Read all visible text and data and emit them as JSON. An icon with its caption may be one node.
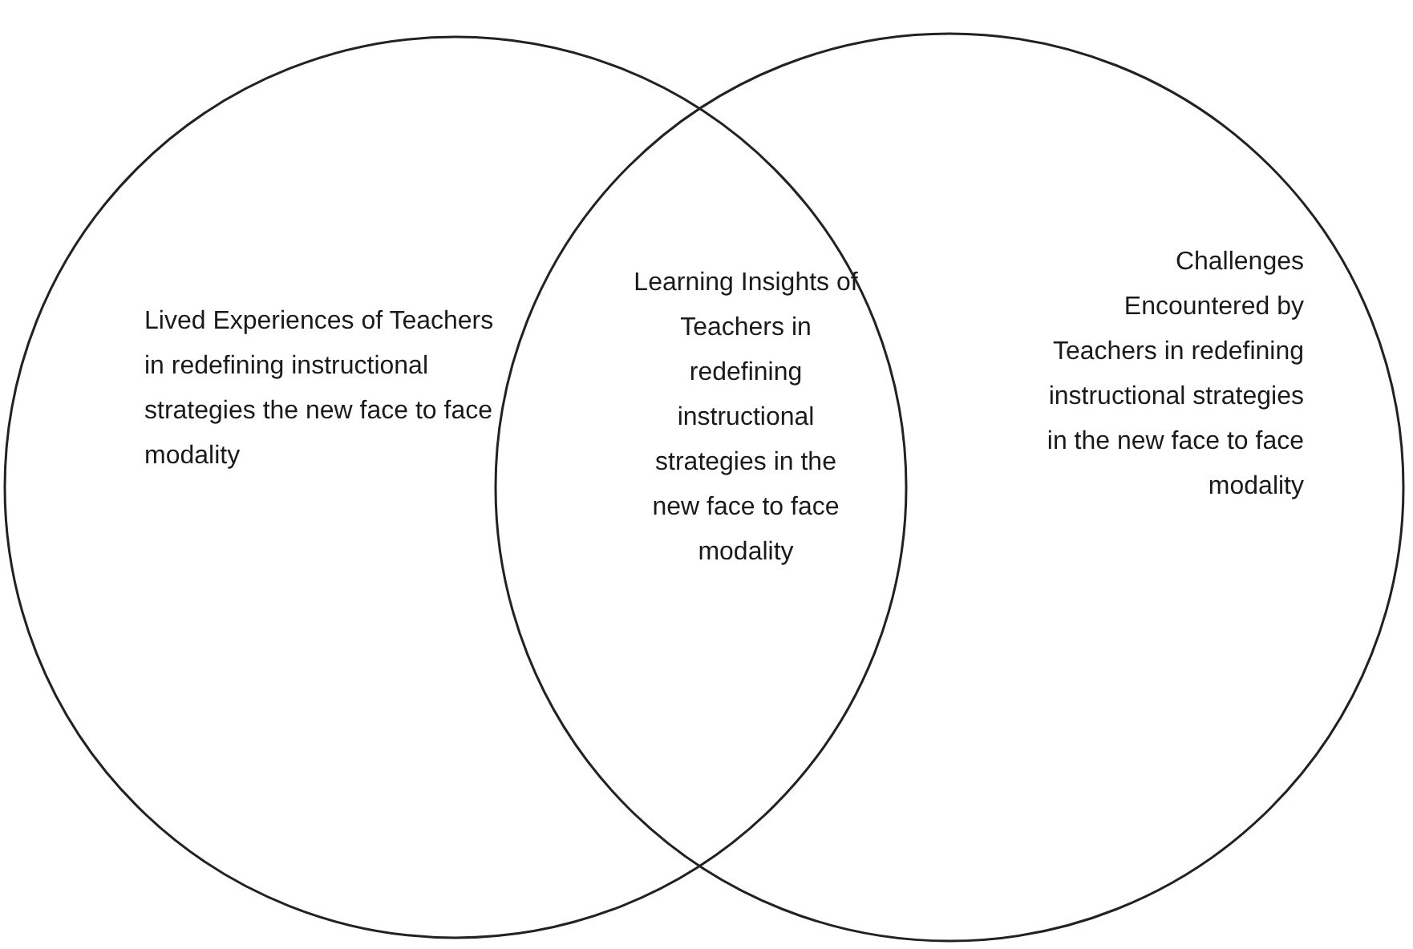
{
  "diagram": {
    "nodes": [
      {
        "text": [
          "Lived Experiences of Teachers in redefining instructional strategies the new face to face modality"
        ]
      },
      {
        "text": [
          "Challenges Encountered by Teachers in redefining instructional strategies in the new face to face modality"
        ]
      }
    ],
    "labels": [
      "Learning Insights of Teachers in redefining instructional strategies in the new face to face modality"
    ]
  }
}
